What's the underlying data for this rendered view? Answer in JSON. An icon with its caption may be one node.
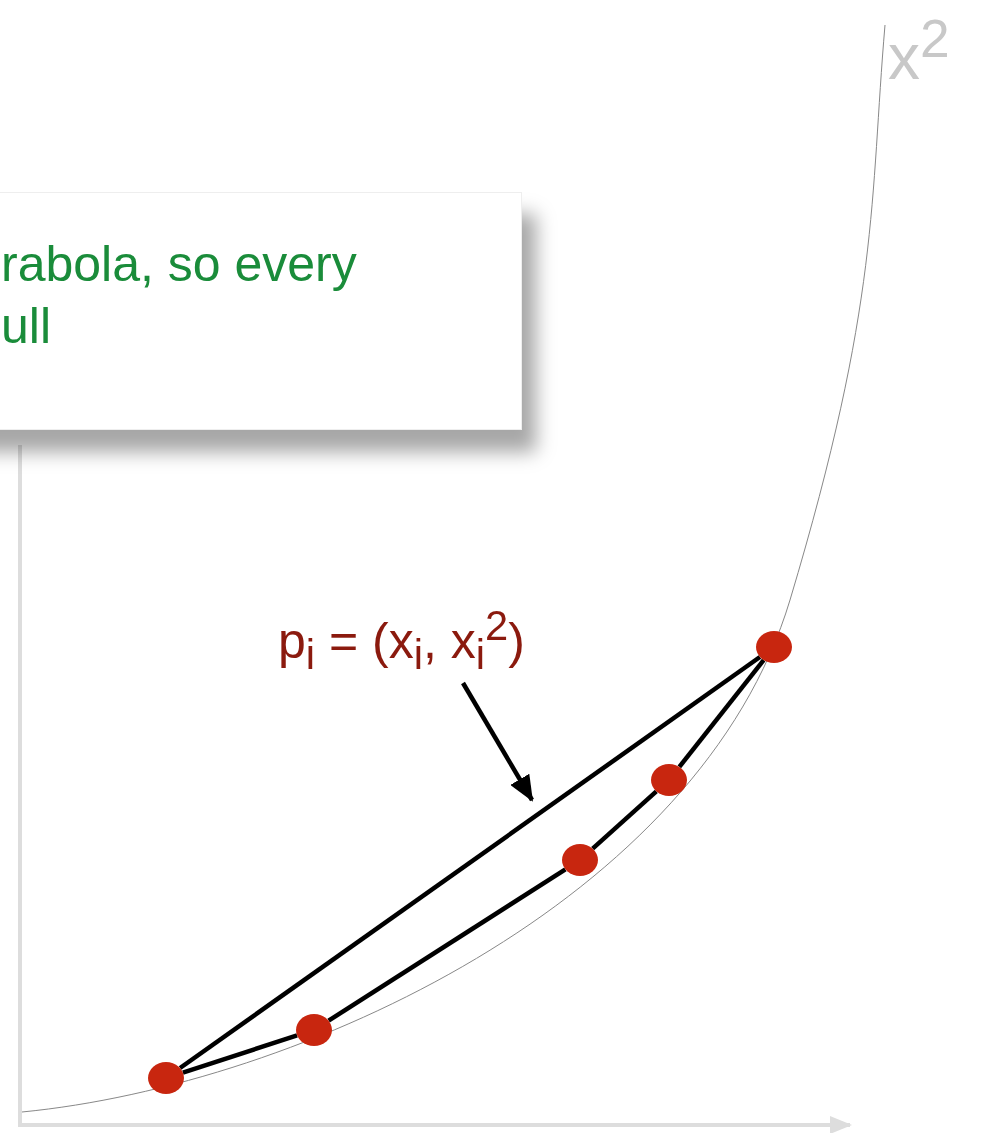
{
  "diagram": {
    "nodes": [
      {
        "text": [
          "rabola, so every ull"
        ]
      },
      {
        "text": [
          "p$_{i}$ = (x$_{i}$, x$_{i}$$^{2}$)"
        ]
      },
      {
        "text": [],
        "shape": "circle"
      },
      {
        "text": [],
        "shape": "circle"
      },
      {
        "text": [],
        "shape": "circle"
      },
      {
        "text": [],
        "shape": "circle"
      },
      {
        "text": [],
        "shape": "circle"
      }
    ],
    "edges": [
      {
        "from": 2,
        "to": 3,
        "arrow": "none"
      },
      {
        "from": 3,
        "to": 4,
        "arrow": "none"
      },
      {
        "from": 4,
        "to": 5,
        "arrow": "none"
      },
      {
        "from": 5,
        "to": 6,
        "arrow": "none"
      },
      {
        "from": 6,
        "to": 2,
        "arrow": "none"
      },
      {
        "from": 1,
        "to": null,
        "arrow": "to"
      }
    ],
    "labels": [
      "x$^{2}$"
    ]
  }
}
